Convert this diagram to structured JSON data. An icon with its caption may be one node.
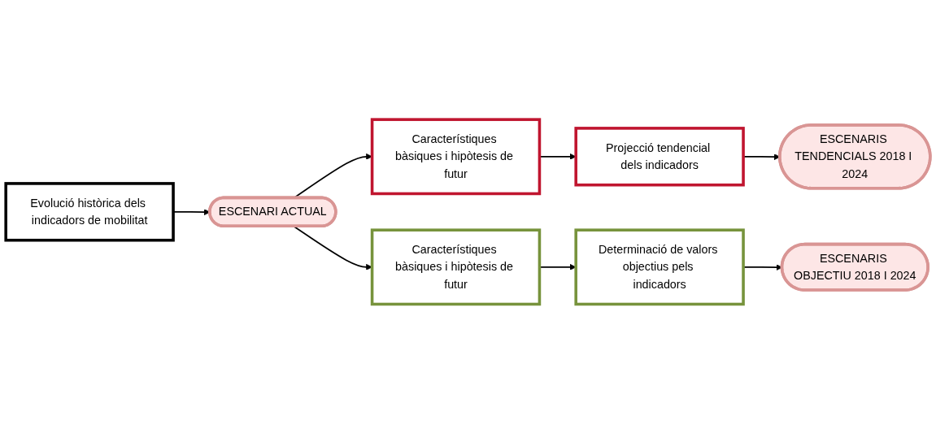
{
  "diagram": {
    "nodes": [
      {
        "text": [
          "Evolució històrica dels indicadors de mobilitat"
        ]
      },
      {
        "text": [
          "ESCENARI ACTUAL"
        ]
      },
      {
        "text": [
          "Característiques bàsiques i hipòtesis de futur"
        ]
      },
      {
        "text": [
          "Projecció tendencial dels indicadors"
        ]
      },
      {
        "text": [
          "ESCENARIS TENDENCIALS 2018 I 2024"
        ]
      },
      {
        "text": [
          "Característiques bàsiques i hipòtesis de futur"
        ]
      },
      {
        "text": [
          "Determinació de valors objectius pels indicadors"
        ]
      },
      {
        "text": [
          "ESCENARIS OBJECTIU 2018 I 2024"
        ]
      }
    ],
    "edges": [
      {
        "from": 0,
        "to": 1,
        "arrow": "to"
      },
      {
        "from": 1,
        "to": 2,
        "arrow": "to"
      },
      {
        "from": 2,
        "to": 3,
        "arrow": "to"
      },
      {
        "from": 3,
        "to": 4,
        "arrow": "to"
      },
      {
        "from": 1,
        "to": 5,
        "arrow": "to"
      },
      {
        "from": 5,
        "to": 6,
        "arrow": "to"
      },
      {
        "from": 6,
        "to": 7,
        "arrow": "to"
      }
    ]
  }
}
